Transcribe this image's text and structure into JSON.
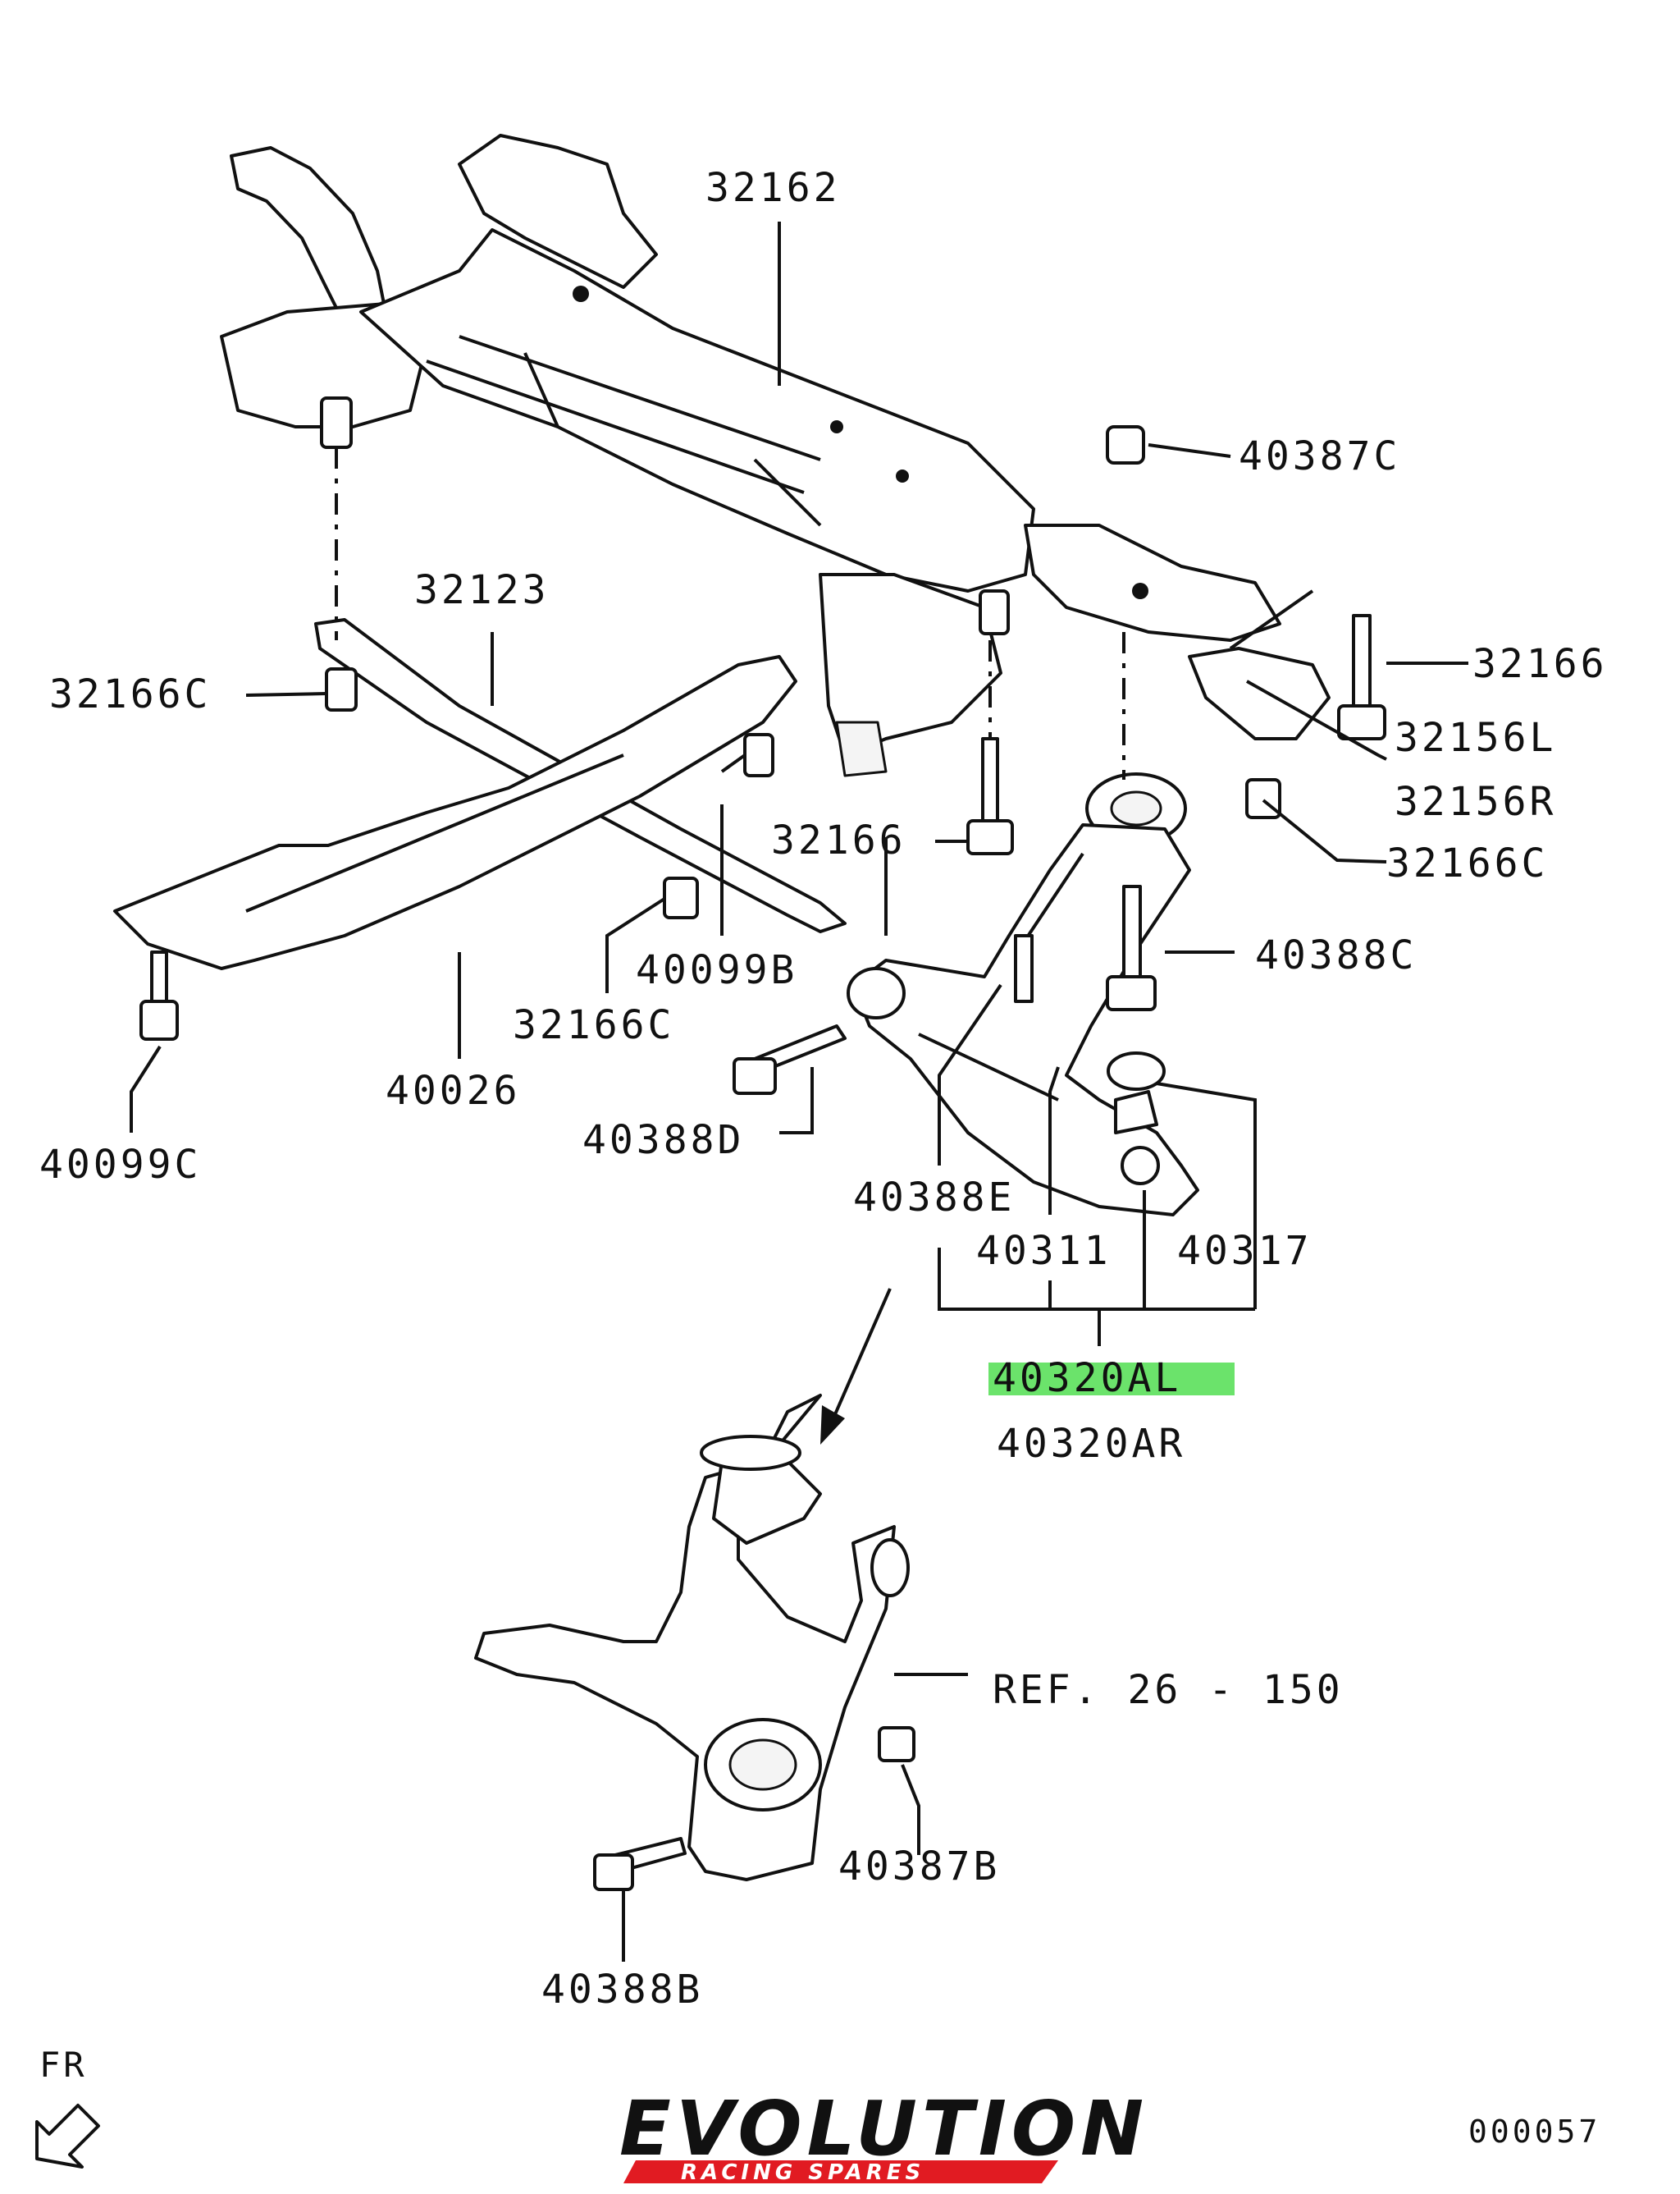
{
  "labels": {
    "p32162": "32162",
    "p40387C": "40387C",
    "p32123": "32123",
    "p32166C_left": "32166C",
    "p32166_right": "32166",
    "p32156L": "32156L",
    "p32156R": "32156R",
    "p32166_mid": "32166",
    "p32166C_right": "32166C",
    "p40099B": "40099B",
    "p40388C": "40388C",
    "p32166C_low": "32166C",
    "p40026": "40026",
    "p40099C": "40099C",
    "p40388D": "40388D",
    "p40388E": "40388E",
    "p40311": "40311",
    "p40317": "40317",
    "p40320AL": "40320AL",
    "p40320AR": "40320AR",
    "ref": "REF. 26 - 150",
    "p40387B": "40387B",
    "p40388B": "40388B",
    "fr": "FR",
    "code": "000057"
  },
  "highlight": {
    "part": "40320AL",
    "color": "#6be36b"
  },
  "logo": {
    "main": "EVOLUTION",
    "sub": "RACING SPARES",
    "accent": "#e11b22"
  }
}
